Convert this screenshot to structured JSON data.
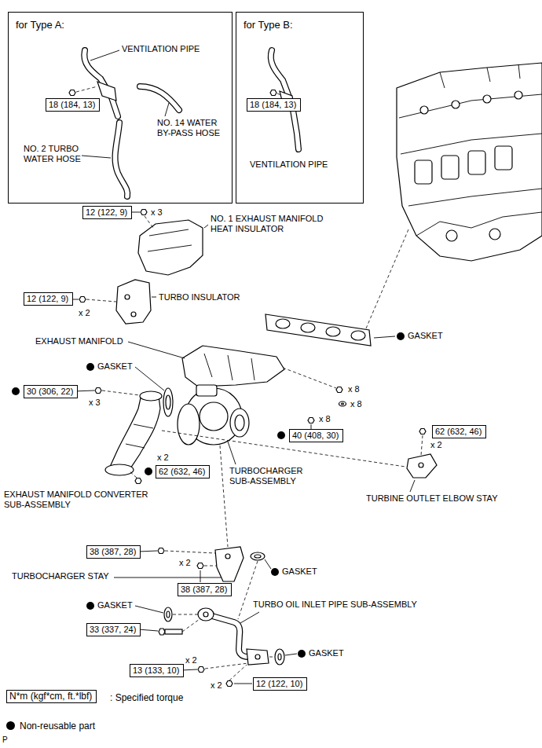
{
  "diagram": {
    "nodes": [
      {
        "text": [
          "for Type A:"
        ]
      },
      {
        "text": [
          "18 (184, 13)"
        ],
        "in": 0
      },
      {
        "text": [
          "for Type B:"
        ]
      },
      {
        "text": [
          "18 (184, 13)"
        ],
        "in": 2
      },
      {
        "text": [
          "12 (122, 9)"
        ]
      },
      {
        "text": [
          "12 (122, 9)"
        ]
      },
      {
        "text": [
          "30 (306, 22)"
        ]
      },
      {
        "text": [
          "62 (632, 46)"
        ]
      },
      {
        "text": [
          "40 (408, 30)"
        ]
      },
      {
        "text": [
          "62 (632, 46)"
        ]
      },
      {
        "text": [
          "38 (387, 28)"
        ]
      },
      {
        "text": [
          "38 (387, 28)"
        ]
      },
      {
        "text": [
          "33 (337, 24)"
        ]
      },
      {
        "text": [
          "13 (133, 10)"
        ]
      },
      {
        "text": [
          "12 (122, 10)"
        ]
      },
      {
        "text": [
          "N*m (kgf*cm, ft.*lbf)"
        ]
      }
    ],
    "labels": [
      "VENTILATION PIPE",
      "NO. 14 WATER BY-PASS HOSE",
      "NO. 2 TURBO WATER HOSE",
      "VENTILATION PIPE",
      "x 3",
      "NO. 1 EXHAUST MANIFOLD HEAT INSULATOR",
      "x 2",
      "TURBO INSULATOR",
      "GASKET",
      "EXHAUST MANIFOLD",
      "GASKET",
      "x 3",
      "x 8",
      "x 8",
      "x 8",
      "x 2",
      "x 2",
      "TURBOCHARGER SUB-ASSEMBLY",
      "EXHAUST MANIFOLD CONVERTER SUB-ASSEMBLY",
      "TURBINE OUTLET ELBOW STAY",
      "TURBOCHARGER STAY",
      "x 2",
      "GASKET",
      "GASKET",
      "TURBO OIL INLET PIPE SUB-ASSEMBLY",
      "GASKET",
      "x 2",
      "x 2",
      ": Specified torque",
      "P"
    ],
    "legend": [
      {
        "text": "Non-reusable part",
        "color": "#000000"
      }
    ]
  }
}
